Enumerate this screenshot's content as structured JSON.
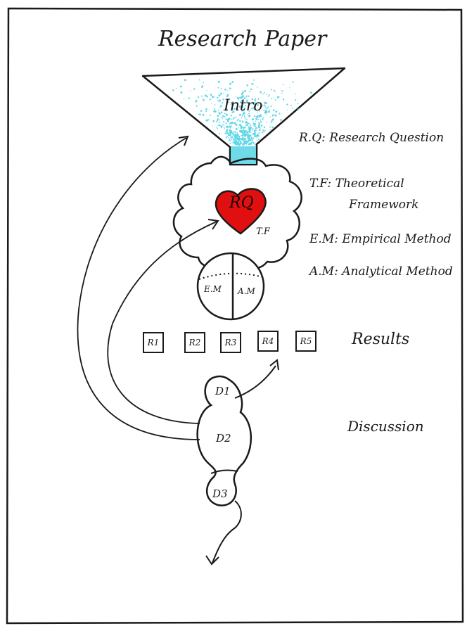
{
  "title": "Research Paper",
  "funnel": {
    "label": "Intro",
    "fill_color": "#5fd6e6"
  },
  "heart": {
    "label": "RQ",
    "fill_color": "#e01010"
  },
  "cloud": {
    "label": "T.F"
  },
  "method_circle": {
    "left_label": "E.M",
    "right_label": "A.M"
  },
  "legend": [
    {
      "text": "R.Q: Research Question"
    },
    {
      "text": "T.F: Theoretical",
      "text2": "Framework"
    },
    {
      "text": "E.M: Empirical Method"
    },
    {
      "text": "A.M: Analytical Method"
    }
  ],
  "results": {
    "label": "Results",
    "boxes": [
      "R1",
      "R2",
      "R3",
      "R4",
      "R5"
    ]
  },
  "discussion": {
    "label": "Discussion",
    "nodes": [
      "D1",
      "D2",
      "D3"
    ]
  },
  "colors": {
    "ink": "#1a1a1a",
    "intro_cyan": "#5fd6e6",
    "heart_red": "#e01010"
  }
}
